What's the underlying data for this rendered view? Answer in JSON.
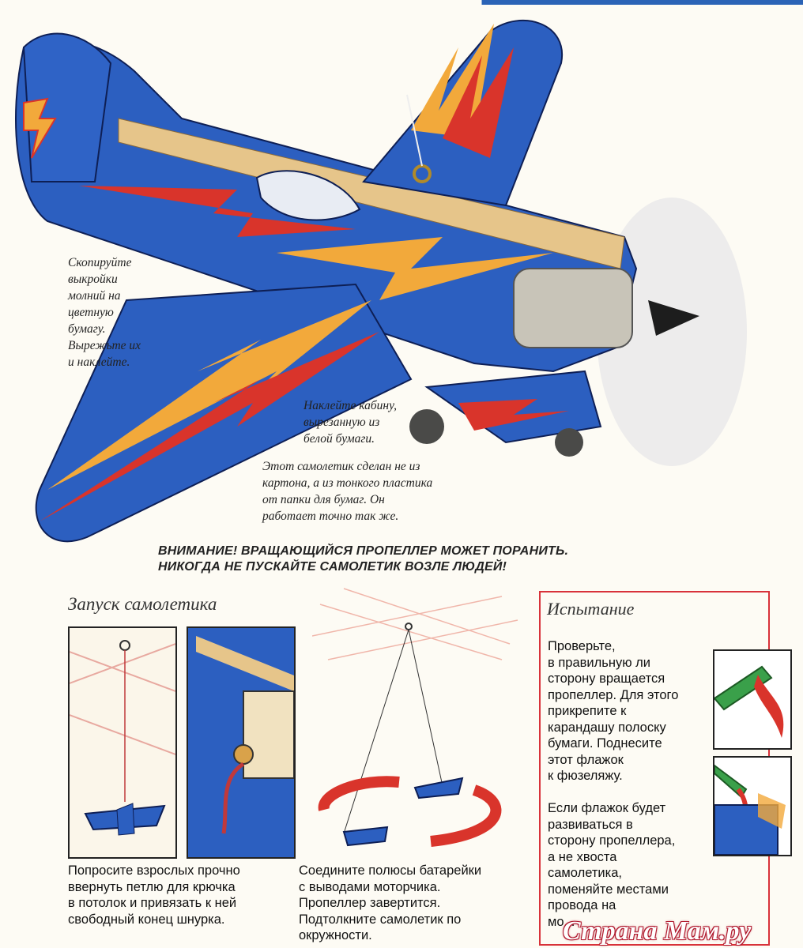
{
  "notes": {
    "copy_lightning": [
      "Скопируйте",
      "выкройки",
      "молний на",
      "цветную",
      "бумагу.",
      "Вырежьте их",
      "и наклейте."
    ],
    "cabin": [
      "Наклейте кабину,",
      "вырезанную из",
      "белой бумаги."
    ],
    "plastic": [
      "Этот самолетик сделан не из",
      "картона, а из тонкого пластика",
      "от папки для бумаг. Он",
      "работает точно так же."
    ]
  },
  "warning": [
    "ВНИМАНИЕ! ВРАЩАЮЩИЙСЯ ПРОПЕЛЛЕР МОЖЕТ ПОРАНИТЬ.",
    "НИКОГДА НЕ ПУСКАЙТЕ САМОЛЕТИК ВОЗЛЕ ЛЮДЕЙ!"
  ],
  "launch": {
    "title": "Запуск самолетика",
    "step1": [
      "Попросите взрослых прочно",
      "ввернуть петлю для крючка",
      "в потолок и привязать к ней",
      "свободный конец шнурка."
    ],
    "step2": [
      "Соедините полюсы батарейки",
      "с выводами моторчика.",
      "Пропеллер завертится.",
      "Подтолкните самолетик по",
      "окружности."
    ]
  },
  "test": {
    "title": "Испытание",
    "p1": [
      "Проверьте,",
      "в правильную ли",
      "сторону вращается",
      "пропеллер. Для этого",
      "прикрепите к",
      "карандашу полоску",
      "бумаги. Поднесите",
      "этот флажок",
      "к фюзеляжу."
    ],
    "p2": [
      "Если флажок будет",
      "развиваться в",
      "сторону пропеллера,",
      "а не хвоста",
      "самолетика,",
      "поменяйте местами",
      "провода на",
      "мо..."
    ]
  },
  "watermark": "Страна Мам.ру",
  "colors": {
    "plane_blue": "#2c5fc0",
    "bolt_red": "#d9342b",
    "bolt_orange": "#f2a93b",
    "box_red": "#d8323a"
  }
}
